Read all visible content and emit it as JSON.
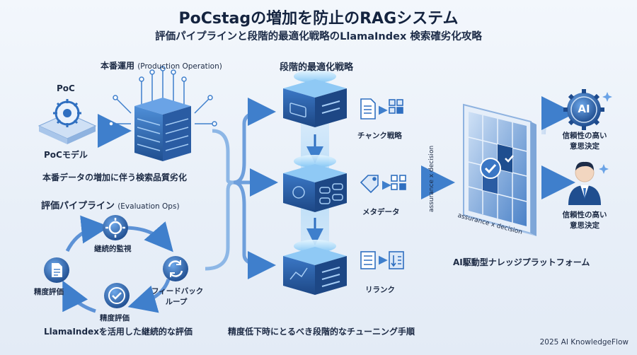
{
  "header": {
    "title": "PoCstagの増加を防止のRAGシステム",
    "subtitle": "評価パイプラインと段階的最適化戦略のLlamaIndex 検索確劣化攻略"
  },
  "left": {
    "production_heading": "本番運用",
    "production_heading_en": "(Production Operation)",
    "poc_label": "PoC",
    "poc_model_label": "PoCモデル",
    "degradation_label": "本番データの増加に伴う検索品質劣化",
    "eval_heading": "評価パイプライン",
    "eval_heading_en": "(Evaluation Ops)",
    "cycle": {
      "monitor": "継続的監視",
      "accuracy_left": "精度評価",
      "feedback_line1": "フィードバック",
      "feedback_line2": "ループ",
      "accuracy_bottom": "精度評価"
    },
    "eval_caption": "LlamaIndexを活用した継続的な評価"
  },
  "middle": {
    "heading": "段階的最適化戦略",
    "steps": [
      {
        "label": "チャンク戦略",
        "icon": "document-split-icon"
      },
      {
        "label": "メタデータ",
        "icon": "tag-icon"
      },
      {
        "label": "リランク",
        "icon": "sort-list-icon"
      }
    ],
    "caption": "精度低下時にとるべき段階的なチューニング手順"
  },
  "right": {
    "platform_side_text": "assurance x decision",
    "platform_bottom_text": "assurance x decision",
    "platform_label": "AI駆動型ナレッジプラットフォーム",
    "ai_badge": "AI",
    "out1_line1": "信頼性の高い",
    "out1_line2": "意思決定",
    "out2_line1": "信頼性の高い",
    "out2_line2": "意思決定"
  },
  "footer": {
    "copyright": "2025 AI KnowledgeFlow"
  },
  "colors": {
    "primary": "#2f6fc0",
    "dark": "#1f4e8f",
    "light": "#dbe8f8",
    "accent": "#4a90e2"
  }
}
